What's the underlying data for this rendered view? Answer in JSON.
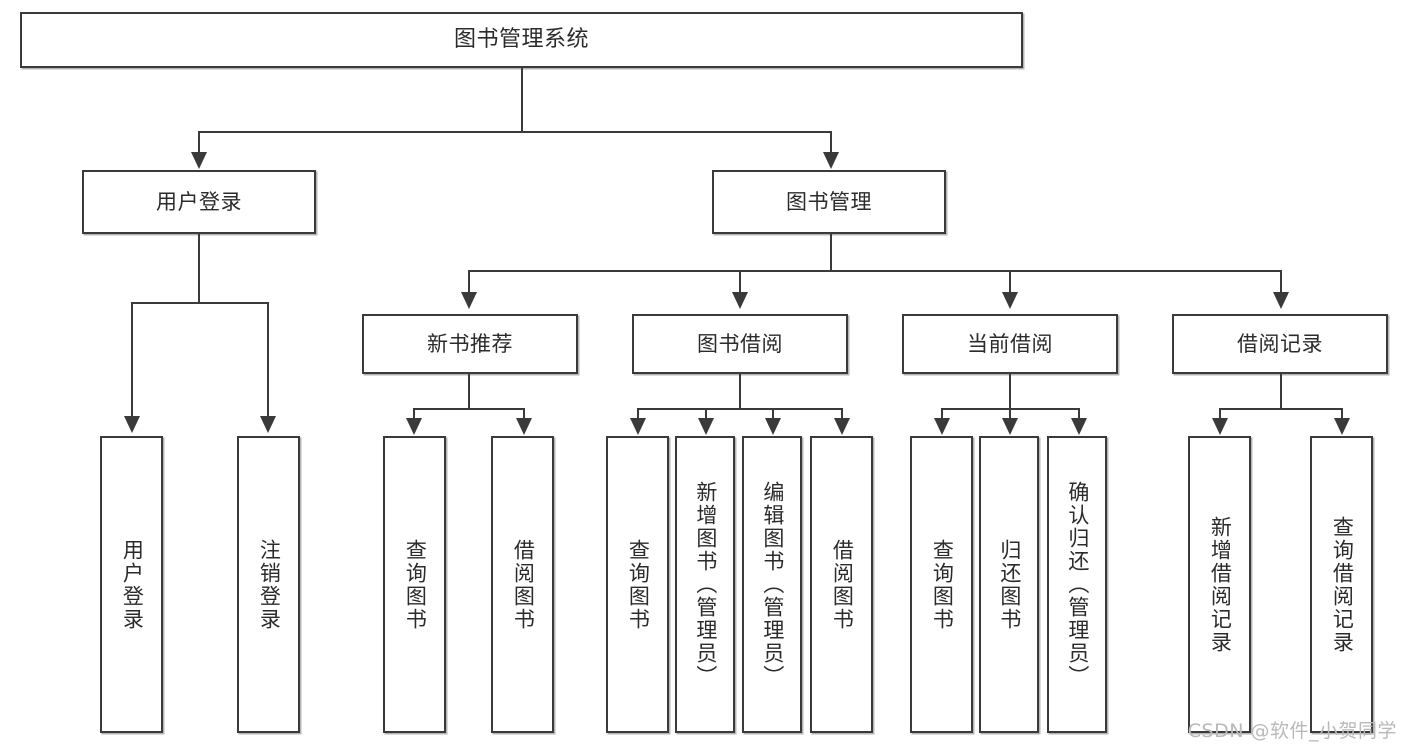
{
  "diagram": {
    "type": "tree-hierarchy-chart",
    "title": "图书管理系统",
    "root": {
      "id": "root",
      "label": "图书管理系统"
    },
    "level2": [
      {
        "id": "user-login",
        "label": "用户登录"
      },
      {
        "id": "book-management",
        "label": "图书管理"
      }
    ],
    "level3": [
      {
        "id": "new-book-recommend",
        "label": "新书推荐"
      },
      {
        "id": "book-borrow",
        "label": "图书借阅"
      },
      {
        "id": "current-borrow",
        "label": "当前借阅"
      },
      {
        "id": "borrow-record",
        "label": "借阅记录"
      }
    ],
    "leaves": [
      {
        "id": "leaf-user-login",
        "label": "用户登录",
        "parent": "user-login"
      },
      {
        "id": "leaf-logout-login",
        "label": "注销登录",
        "parent": "user-login"
      },
      {
        "id": "leaf-query-book-1",
        "label": "查询图书",
        "parent": "new-book-recommend"
      },
      {
        "id": "leaf-borrow-book-1",
        "label": "借阅图书",
        "parent": "new-book-recommend"
      },
      {
        "id": "leaf-query-book-2",
        "label": "查询图书",
        "parent": "book-borrow"
      },
      {
        "id": "leaf-add-book-admin",
        "label": "新增图书（管理员）",
        "parent": "book-borrow"
      },
      {
        "id": "leaf-edit-book-admin",
        "label": "编辑图书（管理员）",
        "parent": "book-borrow"
      },
      {
        "id": "leaf-borrow-book-2",
        "label": "借阅图书",
        "parent": "book-borrow"
      },
      {
        "id": "leaf-query-book-3",
        "label": "查询图书",
        "parent": "current-borrow"
      },
      {
        "id": "leaf-return-book",
        "label": "归还图书",
        "parent": "current-borrow"
      },
      {
        "id": "leaf-confirm-return-admin",
        "label": "确认归还（管理员）",
        "parent": "current-borrow"
      },
      {
        "id": "leaf-add-borrow-record",
        "label": "新增借阅记录",
        "parent": "borrow-record"
      },
      {
        "id": "leaf-query-borrow-record",
        "label": "查询借阅记录",
        "parent": "borrow-record"
      }
    ]
  },
  "watermark": {
    "text": "CSDN @软件_小贺同学"
  },
  "colors": {
    "border": "#3a3a3a",
    "text": "#2b2b2b",
    "background": "#ffffff",
    "watermark": "#b9b9b9"
  }
}
